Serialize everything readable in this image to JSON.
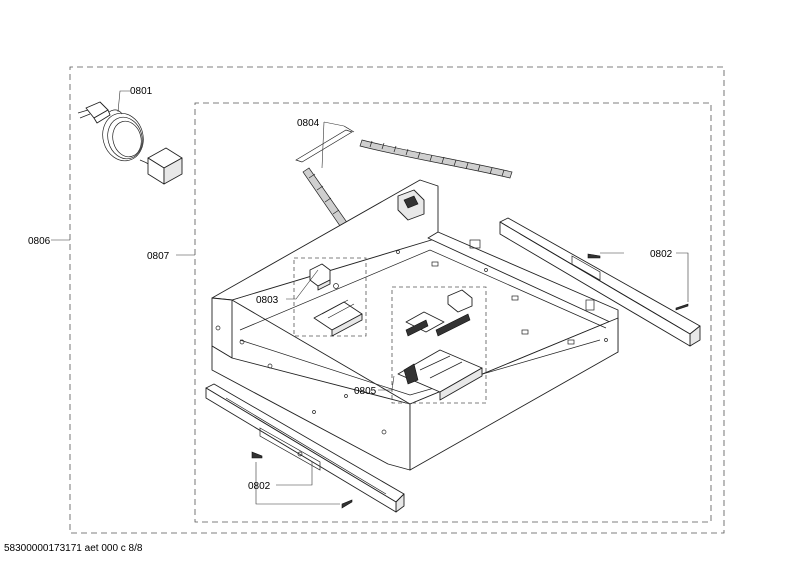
{
  "labels": {
    "l0801": "0801",
    "l0802a": "0802",
    "l0802b": "0802",
    "l0803": "0803",
    "l0804": "0804",
    "l0805": "0805",
    "l0806": "0806",
    "l0807": "0807"
  },
  "footer": {
    "doc_id": "58300000173171 aet 000 c 8/8"
  }
}
